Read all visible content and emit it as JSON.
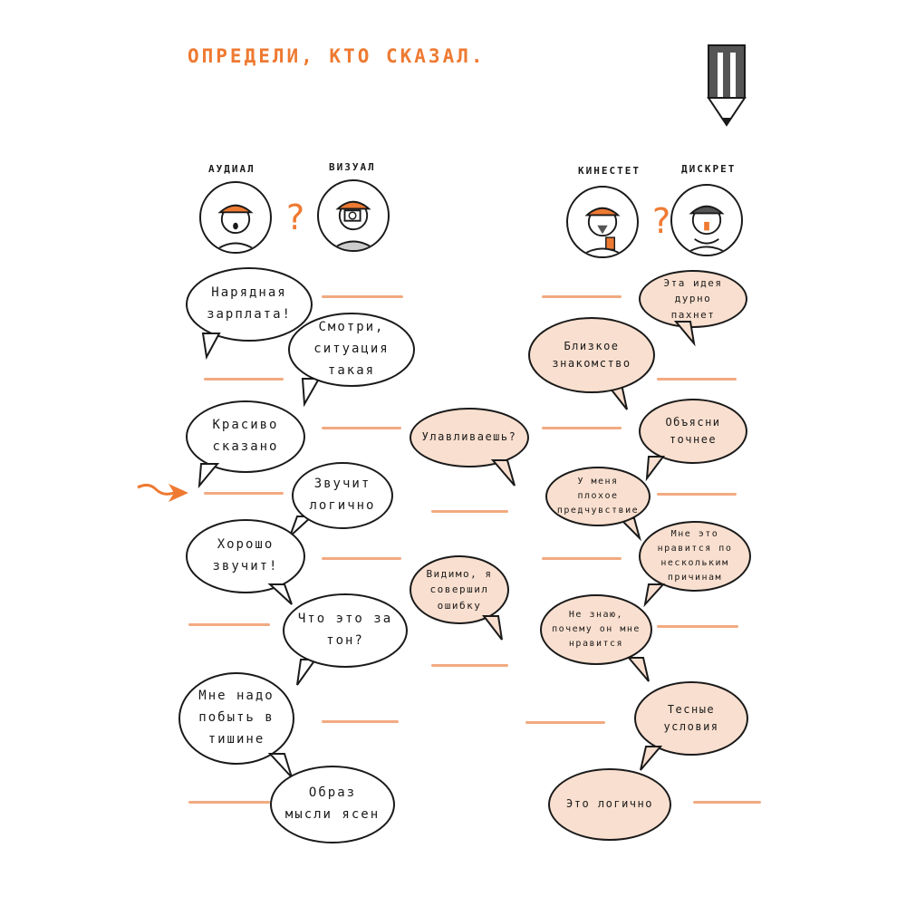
{
  "title": "ОПРЕДЕЛИ, КТО СКАЗАЛ.",
  "icons": {
    "pencil": "pencil-icon",
    "arrow": "arrow-icon"
  },
  "colors": {
    "accent": "#ee7a32",
    "bubble_fill": "#f9dfcf",
    "line": "#f2aa80"
  },
  "characters": [
    {
      "label": "АУДИАЛ"
    },
    {
      "label": "ВИЗУАЛ"
    },
    {
      "label": "КИНЕСТЕТ"
    },
    {
      "label": "ДИСКРЕТ"
    }
  ],
  "question_mark": "?",
  "bubbles": {
    "b1": "Нарядная зарплата!",
    "b2": "Смотри, ситуация такая",
    "b3": "Красиво сказано",
    "b4": "Звучит логично",
    "b5": "Хорошо звучит!",
    "b6": "Что это за тон?",
    "b7": "Мне надо побыть в тишине",
    "b8": "Образ мысли ясен",
    "c1": "Улавливаешь?",
    "c2": "Видимо, я совершил ошибку",
    "r1": "Эта идея дурно пахнет",
    "r2": "Близкое знакомство",
    "r3": "Объясни точнее",
    "r4": "У меня плохое предчувствие",
    "r5": "Мне это нравится по нескольким причинам",
    "r6": "Не знаю, почему он мне нравится",
    "r7": "Тесные условия",
    "r8": "Это логично"
  }
}
